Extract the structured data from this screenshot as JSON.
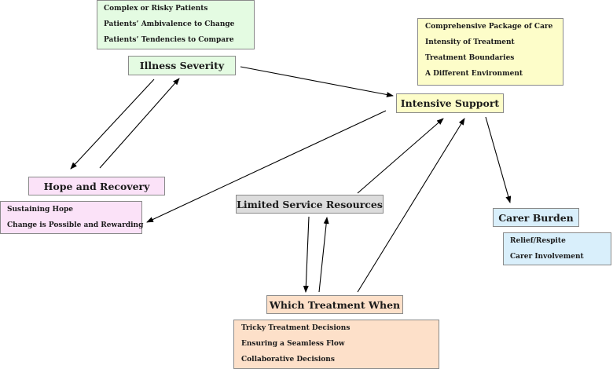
{
  "colors": {
    "green": "#e4fbe2",
    "yellow": "#fdfdc9",
    "pink": "#fbe2f8",
    "grey": "#dcdcdc",
    "peach": "#fde0c9",
    "blue": "#d9effb",
    "arrow": "#000000"
  },
  "nodes": {
    "illness_severity": {
      "title": "Illness Severity",
      "items": [
        "Complex or Risky Patients",
        "Patients’ Ambivalence to Change",
        "Patients’ Tendencies to Compare"
      ]
    },
    "intensive_support": {
      "title": "Intensive Support",
      "items": [
        "Comprehensive Package of Care",
        "Intensity of Treatment",
        "Treatment Boundaries",
        "A Different Environment"
      ]
    },
    "hope_recovery": {
      "title": "Hope and Recovery",
      "items": [
        "Sustaining Hope",
        "Change is Possible and Rewarding"
      ]
    },
    "limited_resources": {
      "title": "Limited Service Resources"
    },
    "carer_burden": {
      "title": "Carer Burden",
      "items": [
        "Relief/Respite",
        "Carer Involvement"
      ]
    },
    "which_treatment": {
      "title": "Which Treatment When",
      "items": [
        "Tricky Treatment Decisions",
        "Ensuring a Seamless Flow",
        "Collaborative Decisions"
      ]
    }
  },
  "edges": [
    {
      "from": "illness_severity",
      "to": "intensive_support"
    },
    {
      "from": "illness_severity",
      "to": "hope_recovery"
    },
    {
      "from": "hope_recovery",
      "to": "illness_severity"
    },
    {
      "from": "intensive_support",
      "to": "hope_recovery"
    },
    {
      "from": "intensive_support",
      "to": "carer_burden"
    },
    {
      "from": "limited_resources",
      "to": "intensive_support"
    },
    {
      "from": "limited_resources",
      "to": "which_treatment"
    },
    {
      "from": "which_treatment",
      "to": "limited_resources"
    },
    {
      "from": "which_treatment",
      "to": "intensive_support"
    }
  ]
}
